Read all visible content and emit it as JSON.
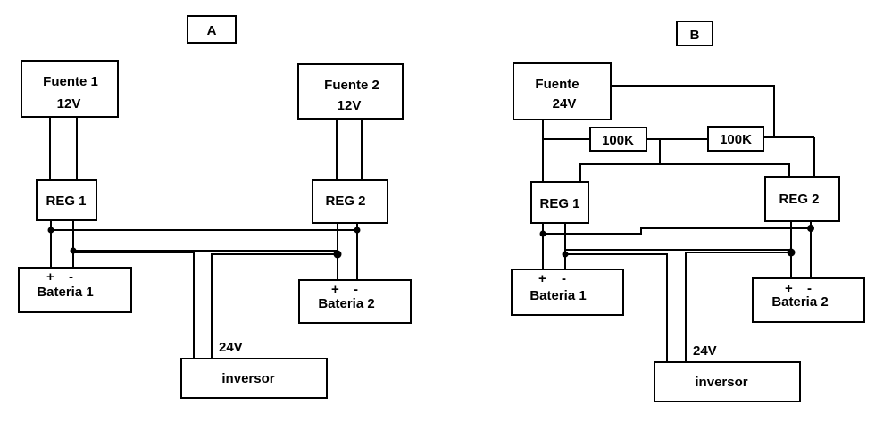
{
  "diagram_a": {
    "title": "A",
    "fuente1": [
      "Fuente 1",
      "12V"
    ],
    "fuente2": [
      "Fuente 2",
      "12V"
    ],
    "reg1": "REG 1",
    "reg2": "REG 2",
    "bateria1": "Bateria 1",
    "bateria2": "Bateria 2",
    "inversor": "inversor",
    "voltage": "24V",
    "plus": "+",
    "minus": "-"
  },
  "diagram_b": {
    "title": "B",
    "fuente": [
      "Fuente",
      "24V"
    ],
    "res1": "100K",
    "res2": "100K",
    "reg1": "REG 1",
    "reg2": "REG 2",
    "bateria1": "Bateria 1",
    "bateria2": "Bateria 2",
    "inversor": "inversor",
    "voltage": "24V",
    "plus": "+",
    "minus": "-"
  }
}
